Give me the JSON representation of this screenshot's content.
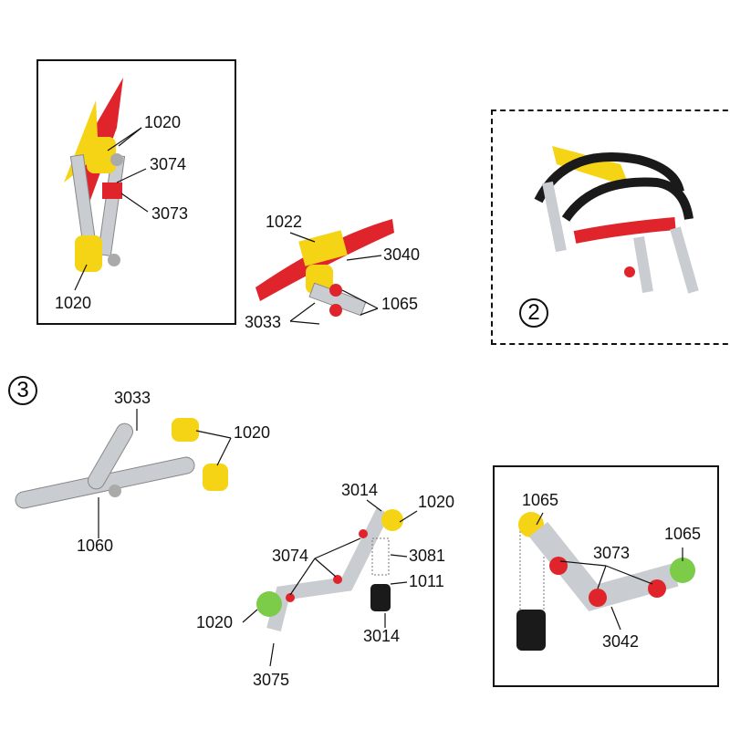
{
  "step1": {
    "labels": [
      "1020",
      "3074",
      "3073",
      "1020"
    ]
  },
  "step1b": {
    "labels": [
      "1022",
      "3040",
      "1065",
      "3033"
    ]
  },
  "step2": {
    "number": "2"
  },
  "step3": {
    "number": "3",
    "labels": [
      "3033",
      "1020",
      "1060"
    ]
  },
  "step3b": {
    "labels": [
      "3014",
      "1020",
      "3074",
      "3081",
      "1011",
      "1020",
      "3014",
      "3075"
    ]
  },
  "step3c": {
    "labels": [
      "1065",
      "3073",
      "1065",
      "3042"
    ]
  },
  "colors": {
    "metal": "#c9ccd0",
    "yellow": "#f5d416",
    "red": "#e0242c",
    "green": "#7ccc4a",
    "black": "#1a1a1a"
  }
}
